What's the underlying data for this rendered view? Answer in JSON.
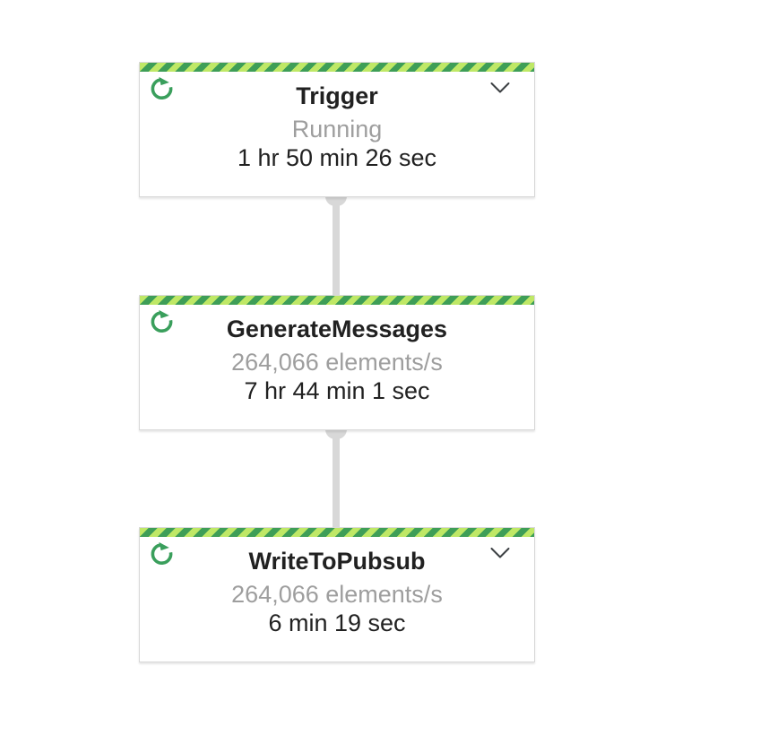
{
  "colors": {
    "stripe_dark_green": "#3e9e57",
    "stripe_light_green": "#bfe866",
    "icon_green": "#3a9f5c",
    "title_text": "#212121",
    "secondary_text": "#9e9e9e",
    "card_border": "#d9d9d9",
    "connector_gray": "#d8d8d8",
    "background": "#ffffff",
    "chevron_gray": "#3c4043"
  },
  "graph": {
    "nodes": [
      {
        "id": "trigger",
        "label": "Trigger",
        "status": "Running",
        "duration": "1 hr 50 min 26 sec",
        "state": "running",
        "expandable": true
      },
      {
        "id": "generate-messages",
        "label": "GenerateMessages",
        "status": "264,066 elements/s",
        "duration": "7 hr 44 min 1 sec",
        "state": "running",
        "expandable": false
      },
      {
        "id": "write-to-pubsub",
        "label": "WriteToPubsub",
        "status": "264,066 elements/s",
        "duration": "6 min 19 sec",
        "state": "running",
        "expandable": true
      }
    ],
    "edges": [
      {
        "from": "trigger",
        "to": "generate-messages"
      },
      {
        "from": "generate-messages",
        "to": "write-to-pubsub"
      }
    ]
  },
  "icons": {
    "running": "circular-progress-arrow",
    "expand": "chevron-down"
  }
}
